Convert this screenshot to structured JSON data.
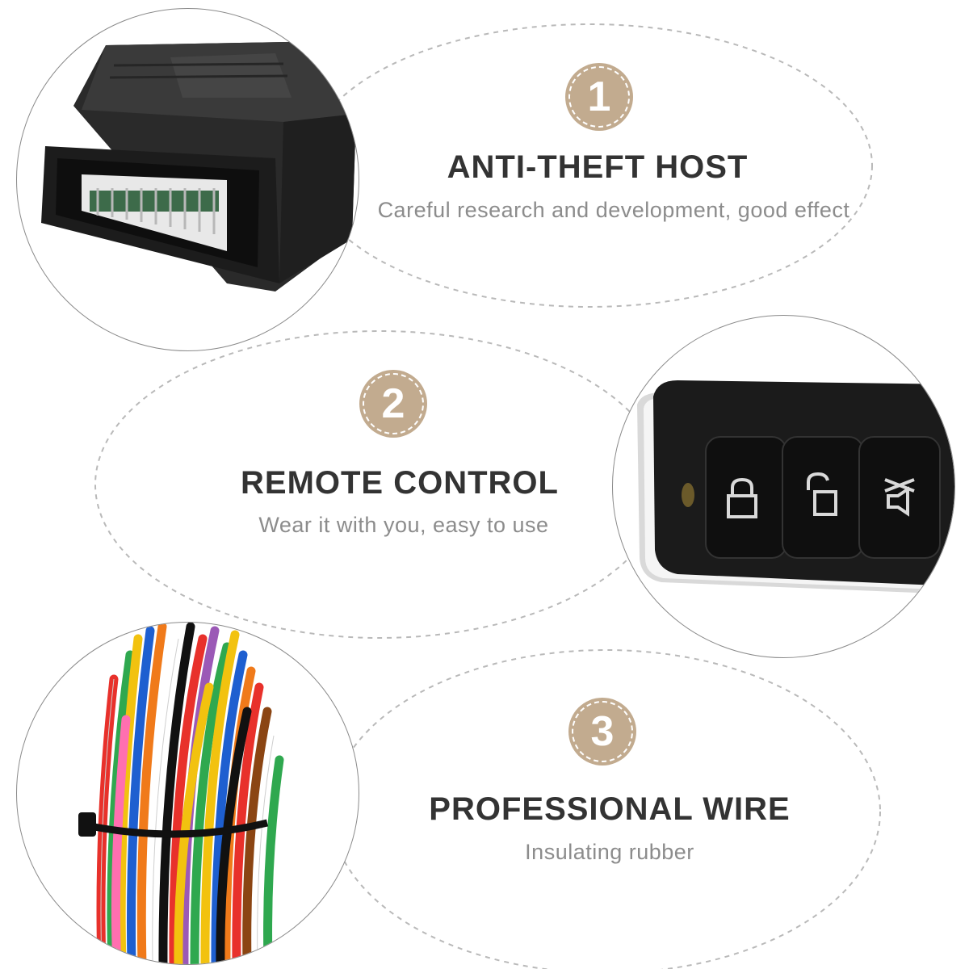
{
  "features": [
    {
      "number": "1",
      "title": "ANTI-THEFT HOST",
      "subtitle": "Careful research and development, good effect"
    },
    {
      "number": "2",
      "title": "REMOTE CONTROL",
      "subtitle": "Wear it with you, easy to use"
    },
    {
      "number": "3",
      "title": "PROFESSIONAL WIRE",
      "subtitle": "Insulating rubber"
    }
  ],
  "colors": {
    "badge": "#c2ab8f",
    "title": "#333333",
    "subtitle": "#8c8c8c",
    "outline": "#8a8a8a"
  },
  "icons": [
    "lock-icon",
    "unlock-icon",
    "mute-speaker-icon"
  ]
}
